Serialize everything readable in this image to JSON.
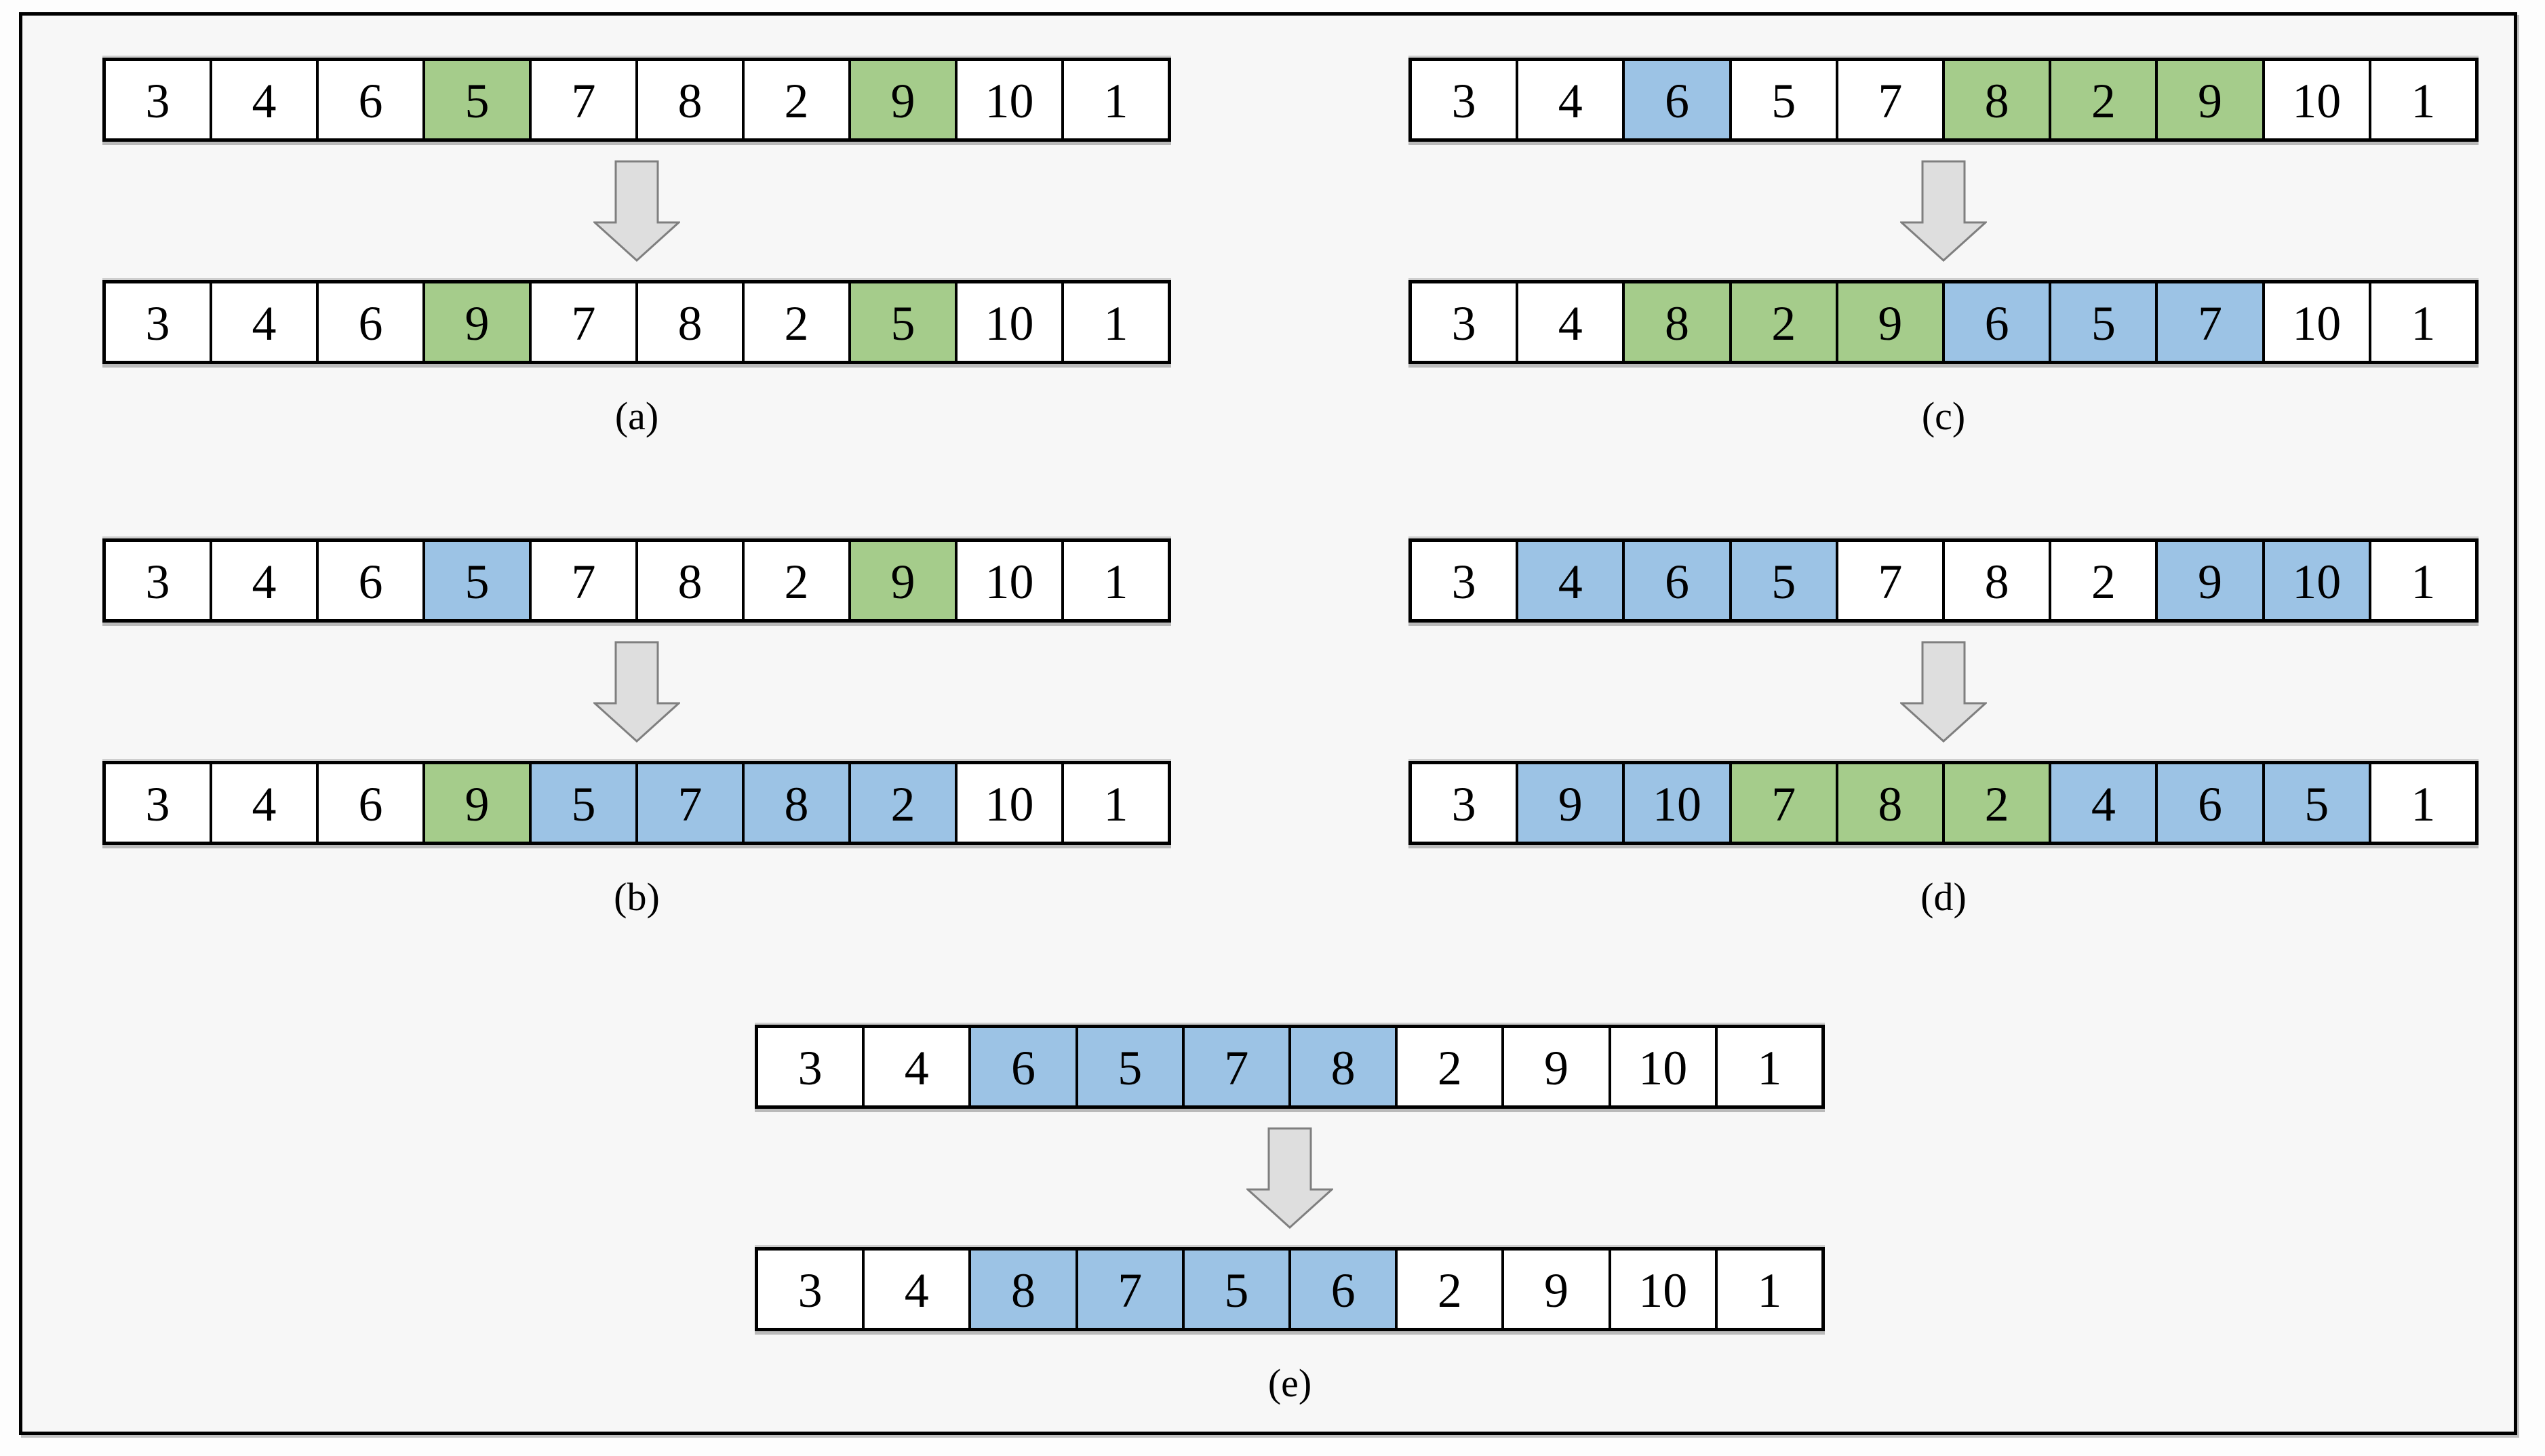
{
  "colors": {
    "white": "#ffffff",
    "green": "#a5cc8b",
    "blue": "#9cc3e5",
    "border": "#000000",
    "arrow_fill": "#dedede",
    "arrow_stroke": "#7f7f7f",
    "frame_bg": "#f7f7f7",
    "page_bg": "#fdfdfd"
  },
  "panels": [
    {
      "id": "a",
      "label": "(a)",
      "before": [
        {
          "value": "3",
          "color": "white"
        },
        {
          "value": "4",
          "color": "white"
        },
        {
          "value": "6",
          "color": "white"
        },
        {
          "value": "5",
          "color": "green"
        },
        {
          "value": "7",
          "color": "white"
        },
        {
          "value": "8",
          "color": "white"
        },
        {
          "value": "2",
          "color": "white"
        },
        {
          "value": "9",
          "color": "green"
        },
        {
          "value": "10",
          "color": "white"
        },
        {
          "value": "1",
          "color": "white"
        }
      ],
      "after": [
        {
          "value": "3",
          "color": "white"
        },
        {
          "value": "4",
          "color": "white"
        },
        {
          "value": "6",
          "color": "white"
        },
        {
          "value": "9",
          "color": "green"
        },
        {
          "value": "7",
          "color": "white"
        },
        {
          "value": "8",
          "color": "white"
        },
        {
          "value": "2",
          "color": "white"
        },
        {
          "value": "5",
          "color": "green"
        },
        {
          "value": "10",
          "color": "white"
        },
        {
          "value": "1",
          "color": "white"
        }
      ]
    },
    {
      "id": "b",
      "label": "(b)",
      "before": [
        {
          "value": "3",
          "color": "white"
        },
        {
          "value": "4",
          "color": "white"
        },
        {
          "value": "6",
          "color": "white"
        },
        {
          "value": "5",
          "color": "blue"
        },
        {
          "value": "7",
          "color": "white"
        },
        {
          "value": "8",
          "color": "white"
        },
        {
          "value": "2",
          "color": "white"
        },
        {
          "value": "9",
          "color": "green"
        },
        {
          "value": "10",
          "color": "white"
        },
        {
          "value": "1",
          "color": "white"
        }
      ],
      "after": [
        {
          "value": "3",
          "color": "white"
        },
        {
          "value": "4",
          "color": "white"
        },
        {
          "value": "6",
          "color": "white"
        },
        {
          "value": "9",
          "color": "green"
        },
        {
          "value": "5",
          "color": "blue"
        },
        {
          "value": "7",
          "color": "blue"
        },
        {
          "value": "8",
          "color": "blue"
        },
        {
          "value": "2",
          "color": "blue"
        },
        {
          "value": "10",
          "color": "white"
        },
        {
          "value": "1",
          "color": "white"
        }
      ]
    },
    {
      "id": "c",
      "label": "(c)",
      "before": [
        {
          "value": "3",
          "color": "white"
        },
        {
          "value": "4",
          "color": "white"
        },
        {
          "value": "6",
          "color": "blue"
        },
        {
          "value": "5",
          "color": "white"
        },
        {
          "value": "7",
          "color": "white"
        },
        {
          "value": "8",
          "color": "green"
        },
        {
          "value": "2",
          "color": "green"
        },
        {
          "value": "9",
          "color": "green"
        },
        {
          "value": "10",
          "color": "white"
        },
        {
          "value": "1",
          "color": "white"
        }
      ],
      "after": [
        {
          "value": "3",
          "color": "white"
        },
        {
          "value": "4",
          "color": "white"
        },
        {
          "value": "8",
          "color": "green"
        },
        {
          "value": "2",
          "color": "green"
        },
        {
          "value": "9",
          "color": "green"
        },
        {
          "value": "6",
          "color": "blue"
        },
        {
          "value": "5",
          "color": "blue"
        },
        {
          "value": "7",
          "color": "blue"
        },
        {
          "value": "10",
          "color": "white"
        },
        {
          "value": "1",
          "color": "white"
        }
      ]
    },
    {
      "id": "d",
      "label": "(d)",
      "before": [
        {
          "value": "3",
          "color": "white"
        },
        {
          "value": "4",
          "color": "blue"
        },
        {
          "value": "6",
          "color": "blue"
        },
        {
          "value": "5",
          "color": "blue"
        },
        {
          "value": "7",
          "color": "white"
        },
        {
          "value": "8",
          "color": "white"
        },
        {
          "value": "2",
          "color": "white"
        },
        {
          "value": "9",
          "color": "blue"
        },
        {
          "value": "10",
          "color": "blue"
        },
        {
          "value": "1",
          "color": "white"
        }
      ],
      "after": [
        {
          "value": "3",
          "color": "white"
        },
        {
          "value": "9",
          "color": "blue"
        },
        {
          "value": "10",
          "color": "blue"
        },
        {
          "value": "7",
          "color": "green"
        },
        {
          "value": "8",
          "color": "green"
        },
        {
          "value": "2",
          "color": "green"
        },
        {
          "value": "4",
          "color": "blue"
        },
        {
          "value": "6",
          "color": "blue"
        },
        {
          "value": "5",
          "color": "blue"
        },
        {
          "value": "1",
          "color": "white"
        }
      ]
    },
    {
      "id": "e",
      "label": "(e)",
      "before": [
        {
          "value": "3",
          "color": "white"
        },
        {
          "value": "4",
          "color": "white"
        },
        {
          "value": "6",
          "color": "blue"
        },
        {
          "value": "5",
          "color": "blue"
        },
        {
          "value": "7",
          "color": "blue"
        },
        {
          "value": "8",
          "color": "blue"
        },
        {
          "value": "2",
          "color": "white"
        },
        {
          "value": "9",
          "color": "white"
        },
        {
          "value": "10",
          "color": "white"
        },
        {
          "value": "1",
          "color": "white"
        }
      ],
      "after": [
        {
          "value": "3",
          "color": "white"
        },
        {
          "value": "4",
          "color": "white"
        },
        {
          "value": "8",
          "color": "blue"
        },
        {
          "value": "7",
          "color": "blue"
        },
        {
          "value": "5",
          "color": "blue"
        },
        {
          "value": "6",
          "color": "blue"
        },
        {
          "value": "2",
          "color": "white"
        },
        {
          "value": "9",
          "color": "white"
        },
        {
          "value": "10",
          "color": "white"
        },
        {
          "value": "1",
          "color": "white"
        }
      ]
    }
  ]
}
